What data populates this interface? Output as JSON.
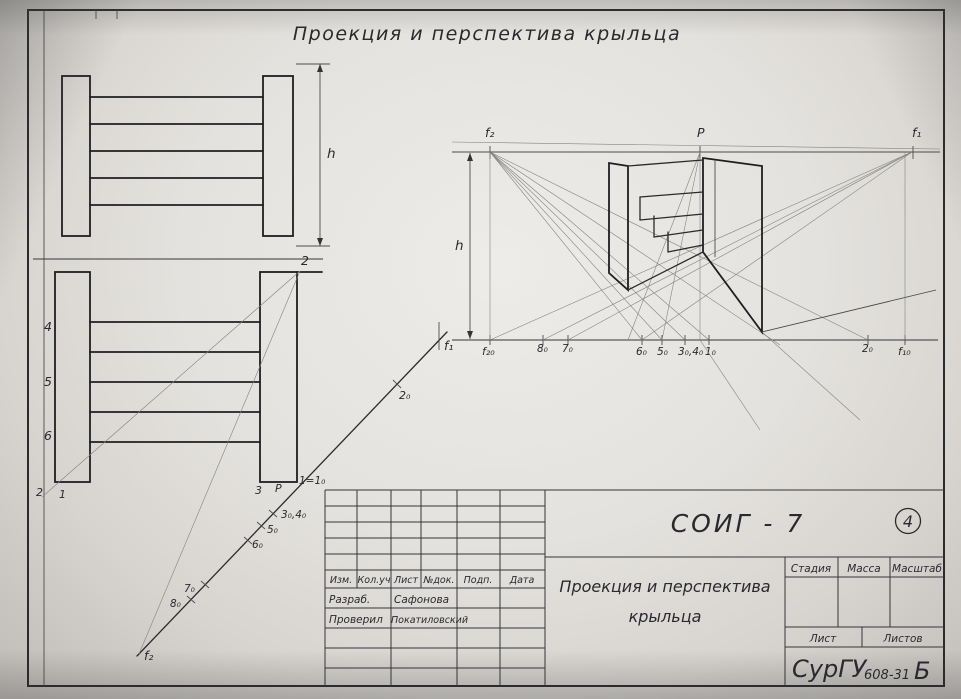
{
  "title": "Проекция и перспектива крыльца",
  "front_view": {
    "h": "h"
  },
  "plan_view": {
    "n2": "2",
    "n4": "4",
    "n5": "5",
    "n6": "6",
    "n3": "3",
    "nP": "P",
    "n1": "1=1₀",
    "b2": "2",
    "b1": "1"
  },
  "diagonal": {
    "f1": "f₁",
    "p20": "2₀",
    "p34": "3₀,4₀",
    "p5": "5₀",
    "p6": "6₀",
    "p7": "7₀",
    "p8": "8₀",
    "f2": "f₂"
  },
  "perspective": {
    "f2": "f₂",
    "P": "P",
    "f1": "f₁",
    "h": "h",
    "base": [
      "f₂₀",
      "8₀",
      "7₀",
      "6₀",
      "5₀",
      "3₀,4₀",
      "1₀",
      "2₀",
      "f₁₀"
    ]
  },
  "revision_table": {
    "headers": [
      "Изм.",
      "Кол.уч",
      "Лист",
      "№док.",
      "Подп.",
      "Дата"
    ],
    "rows": [
      {
        "role": "Разраб.",
        "name": "Сафонова"
      },
      {
        "role": "Проверил",
        "name": "Покатиловский"
      }
    ]
  },
  "title_block": {
    "code": "СОИГ - 7",
    "sheet_no": "4",
    "stage": "Стадия",
    "mass": "Масса",
    "scale": "Масштаб",
    "subject1": "Проекция и перспектива",
    "subject2": "крыльца",
    "sheet": "Лист",
    "sheets": "Листов",
    "org": "СурГУ",
    "group": "608-31",
    "letter": "Б"
  }
}
